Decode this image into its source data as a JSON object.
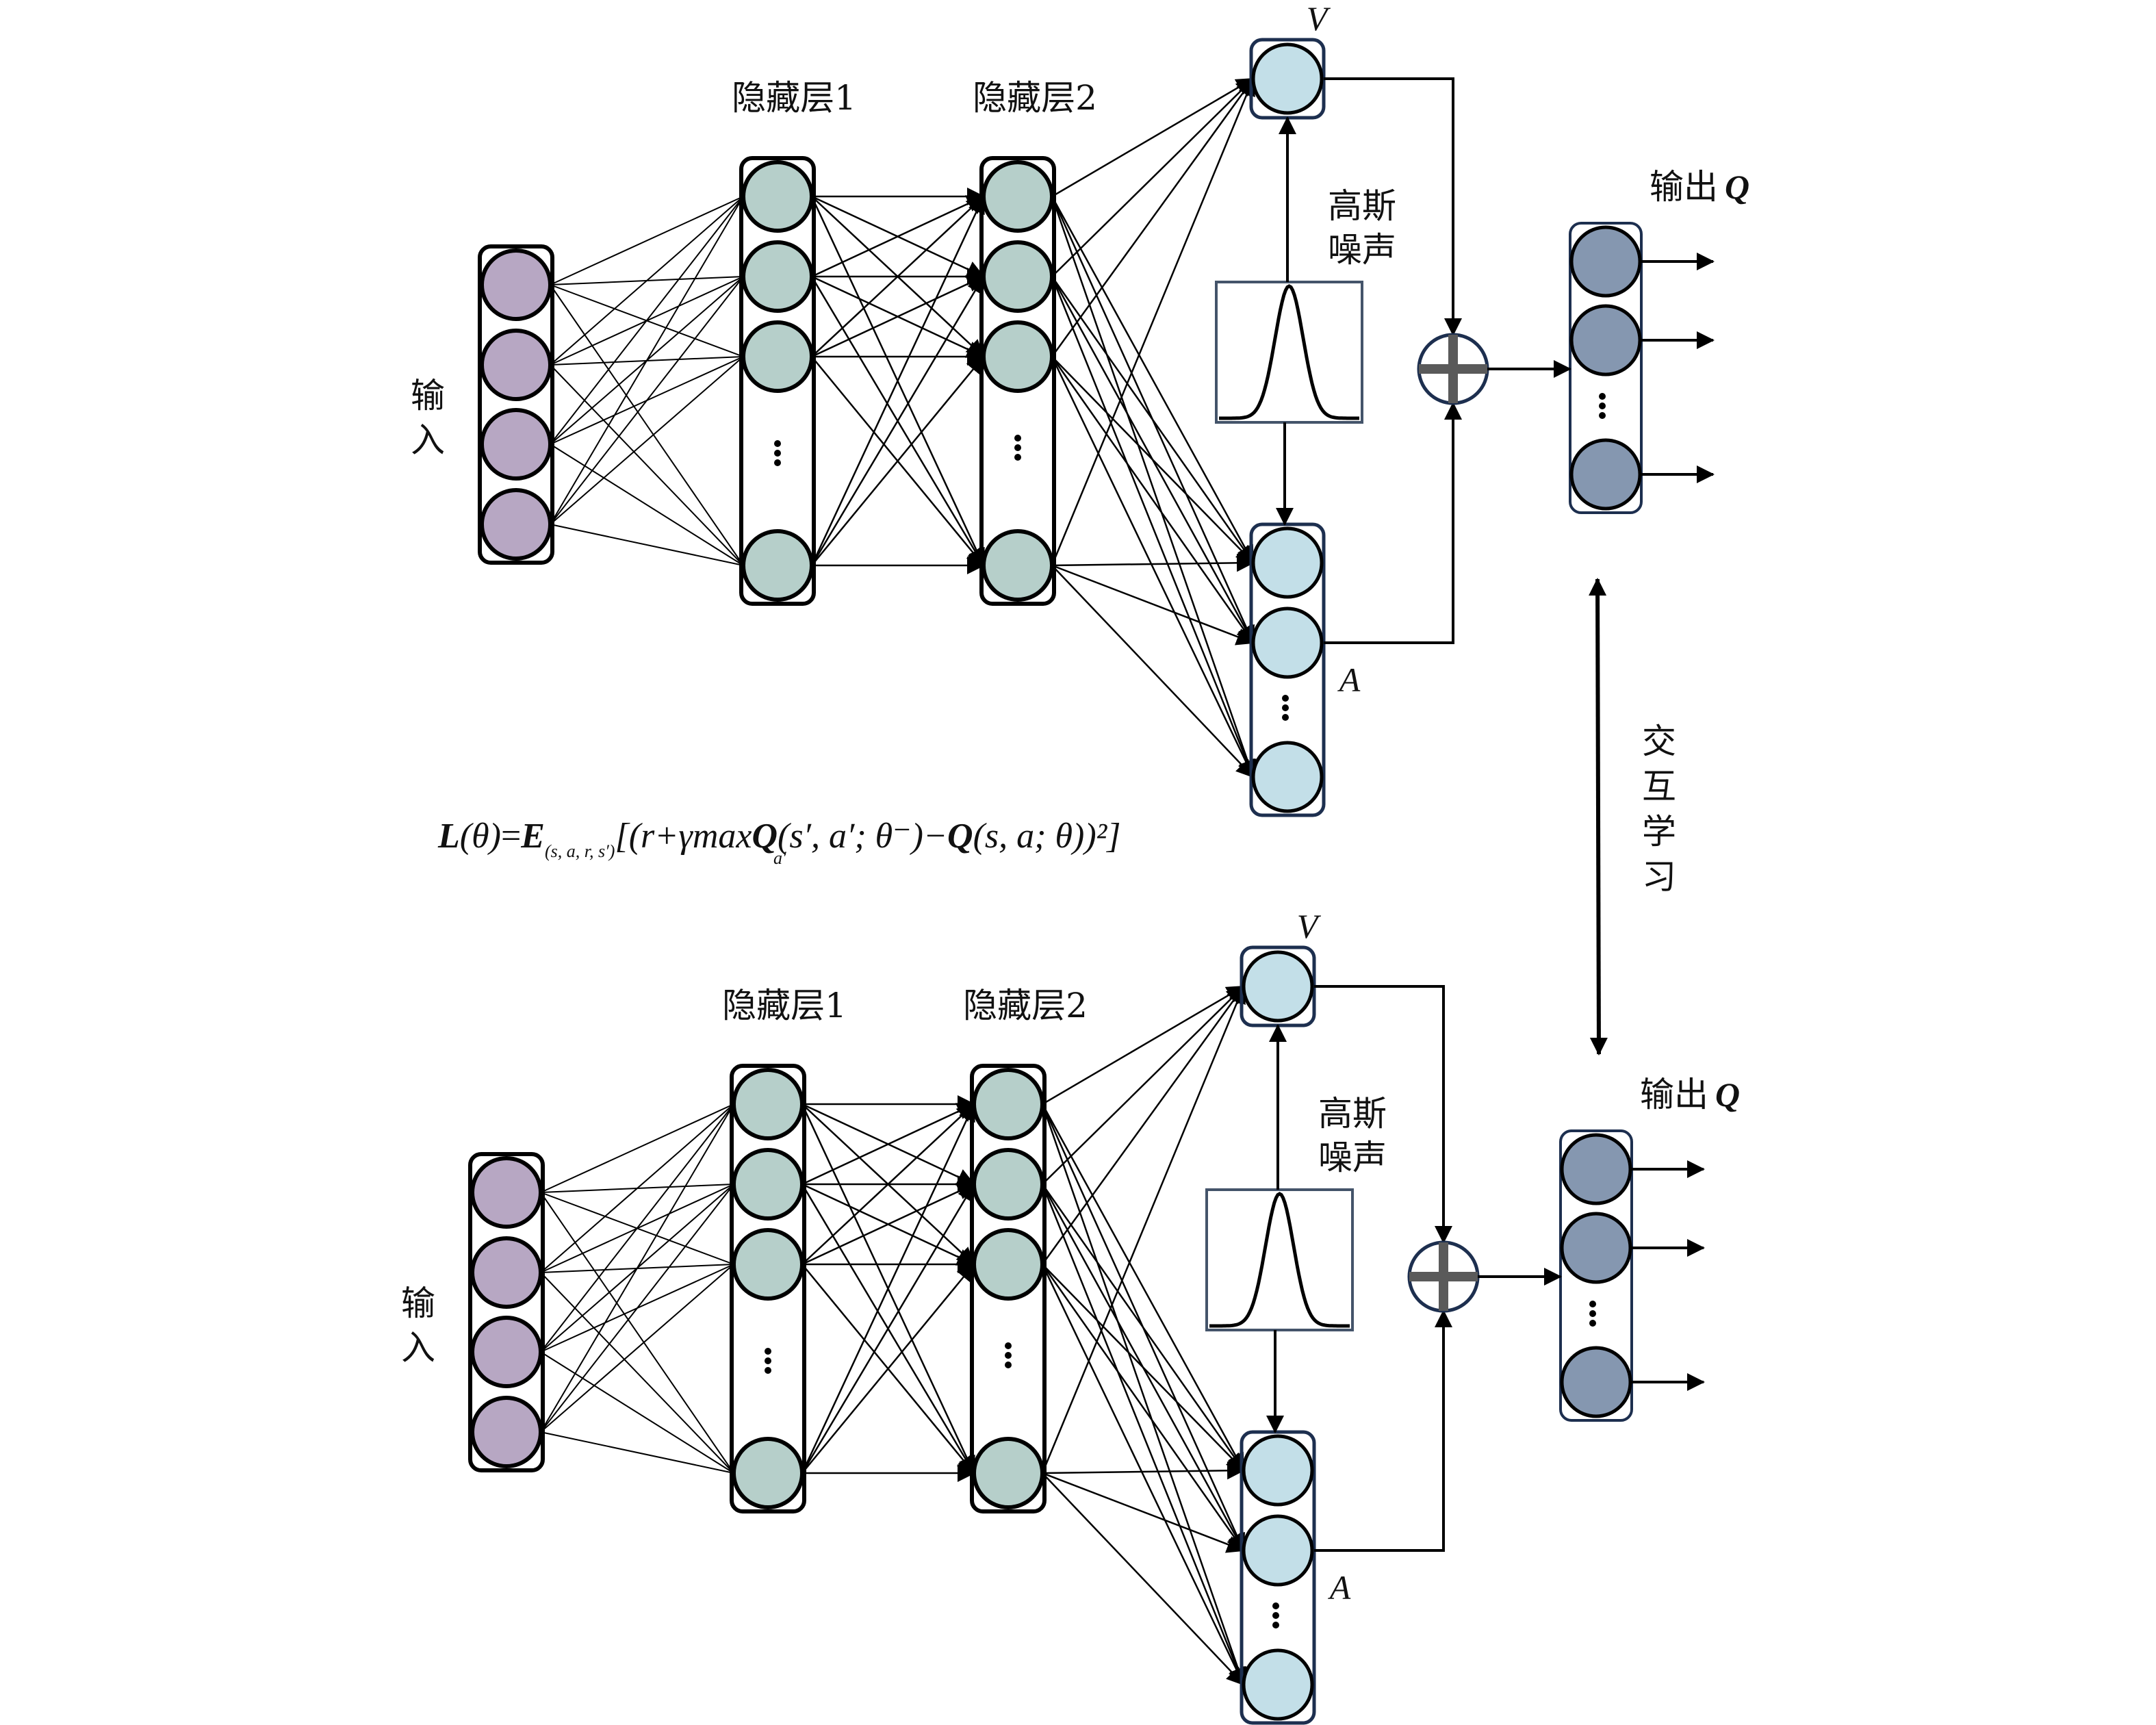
{
  "figure": {
    "description": "Noisy dueling DQN architecture: evaluation network and target network with interactive learning",
    "colors": {
      "input_node": "#b7a7c3",
      "hidden_node": "#b6cfca",
      "va_node": "#c3dfe8",
      "output_node": "#8597b0",
      "va_box_border": "#1d2f4f",
      "gauss_box_border": "#44546a",
      "plus_bar": "#5a5a5a"
    },
    "networks": [
      {
        "id": "top",
        "labels": {
          "input": [
            "输",
            "入"
          ],
          "hidden1": "隐藏层1",
          "hidden2": "隐藏层2",
          "value": "V",
          "advantage": "A",
          "noise": [
            "高斯",
            "噪声"
          ],
          "output_prefix": "输出",
          "output_symbol": "Q"
        },
        "layers": {
          "input_nodes": 4,
          "hidden1_nodes_shown": 4,
          "hidden2_nodes_shown": 4,
          "value_nodes": 1,
          "advantage_nodes_shown": 3,
          "output_nodes_shown": 3
        },
        "ellipsis": "⋮"
      },
      {
        "id": "bottom",
        "labels": {
          "input": [
            "输",
            "入"
          ],
          "hidden1": "隐藏层1",
          "hidden2": "隐藏层2",
          "value": "V",
          "advantage": "A",
          "noise": [
            "高斯",
            "噪声"
          ],
          "output_prefix": "输出",
          "output_symbol": "Q"
        },
        "layers": {
          "input_nodes": 4,
          "hidden1_nodes_shown": 4,
          "hidden2_nodes_shown": 4,
          "value_nodes": 1,
          "advantage_nodes_shown": 3,
          "output_nodes_shown": 3
        },
        "ellipsis": "⋮"
      }
    ],
    "interaction": {
      "label": [
        "交",
        "互",
        "学",
        "习"
      ]
    },
    "loss_formula": {
      "L": "L",
      "theta": "(θ)",
      "eq": "=",
      "E": "E",
      "E_sub": "(s, a, r, s′)",
      "body_1": "[(r+γmax",
      "max_sub": "a′",
      "Q1": "Q",
      "body_2": "(s′, a′; θ⁻)−",
      "Q2": "Q",
      "body_3": "(s, a; θ))²]"
    }
  }
}
